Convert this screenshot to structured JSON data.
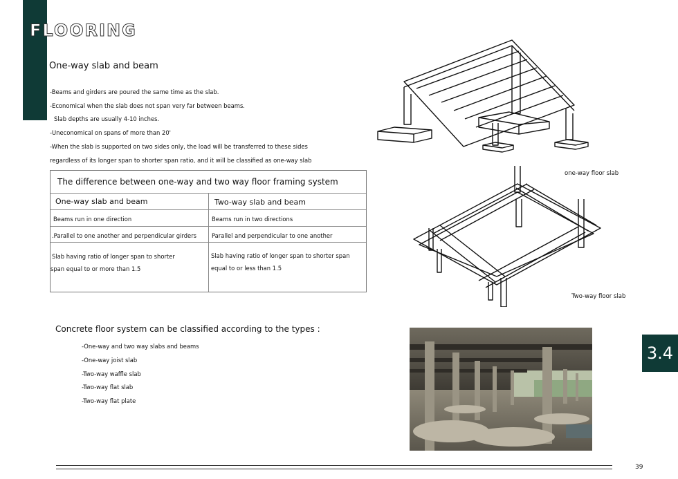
{
  "title": {
    "first_letter": "F",
    "rest": "LOORING"
  },
  "heading": "One-way slab and beam",
  "bullets": [
    "-Beams and girders are poured the same time as the slab.",
    "-Economical when the slab does not span very far between beams.",
    "  Slab depths are usually 4-10 inches.",
    "-Uneconomical on spans of more than 20'",
    "-When the slab is supported on two sides only, the load will be transferred to these sides",
    "regardless of its longer span to shorter span ratio, and it will be classified as one-way slab"
  ],
  "comparison": {
    "title": "The difference between one-way and two way floor framing system",
    "col1_header": "One-way slab and beam",
    "col2_header": "Two-way slab and beam",
    "rows": [
      {
        "c1": "Beams run in one direction",
        "c2": " Beams run in two directions"
      },
      {
        "c1": ".Parallel to one another and perpendicular girders",
        "c2": "Parallel and perpendicular to one another"
      },
      {
        "c1a": " Slab having ratio of longer span to shorter",
        "c1b": "span equal to or more than 1.5",
        "c2a": "Slab having ratio of longer span to shorter span",
        "c2b": "equal to or less than 1.5"
      }
    ]
  },
  "types_title": "Concrete floor system can be  classified according to the types :",
  "types": [
    "-One-way and two way slabs and beams",
    "-One-way joist slab",
    "-Two-way waffle slab",
    "-Two-way flat slab",
    "-Two-way flat plate"
  ],
  "captions": {
    "one_way": "one-way floor slab",
    "two_way": "Two-way floor slab"
  },
  "badge": "3.4",
  "page_number": "39"
}
